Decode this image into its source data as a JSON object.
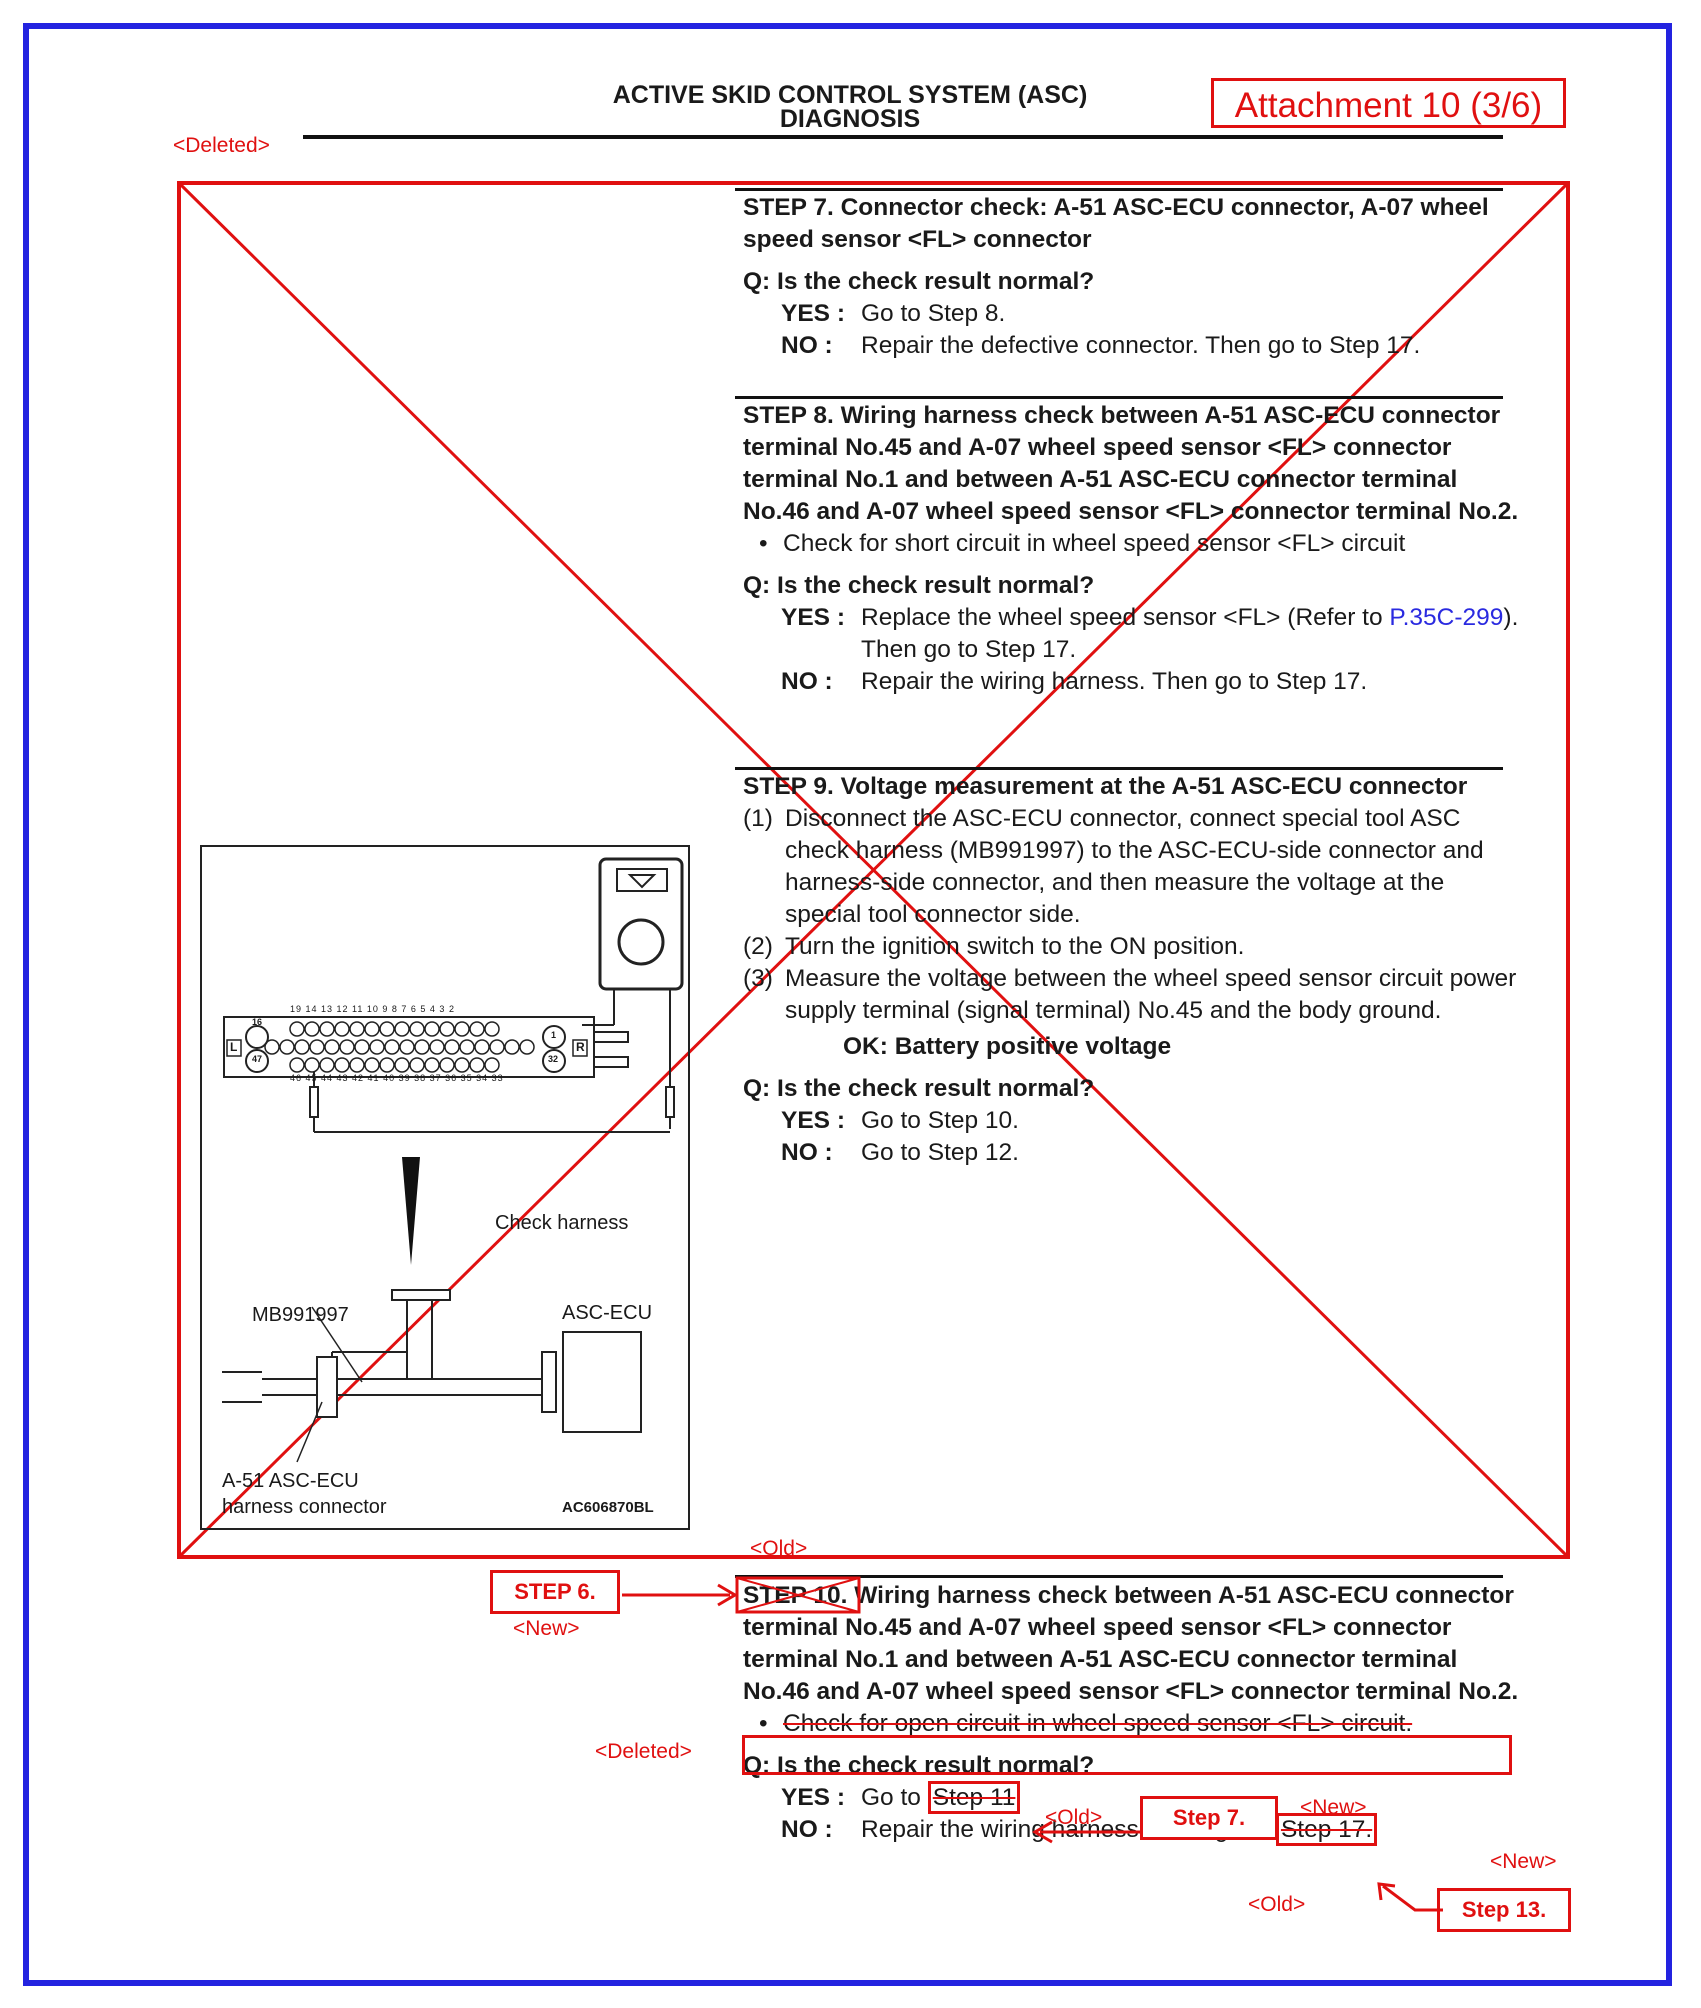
{
  "header": {
    "title_line1": "ACTIVE SKID CONTROL SYSTEM (ASC)",
    "title_line2": "DIAGNOSIS",
    "attachment": "Attachment 10 (3/6)",
    "deleted_tag": "<Deleted>"
  },
  "step7": {
    "title": "STEP 7. Connector check: A-51 ASC-ECU connector, A-07 wheel speed sensor <FL> connector",
    "question": "Q: Is the check result normal?",
    "yes_key": "YES :",
    "yes": "Go to Step 8.",
    "no_key": "NO :",
    "no": "Repair the defective connector. Then go to Step 17."
  },
  "step8": {
    "title": "STEP 8. Wiring harness check between A-51 ASC-ECU connector terminal No.45 and A-07 wheel speed sensor <FL> connector terminal No.1 and between A-51 ASC-ECU connector terminal No.46 and A-07 wheel speed sensor <FL> connector terminal No.2.",
    "bullet": "Check for short circuit in wheel speed sensor <FL> circuit",
    "question": "Q: Is the check result normal?",
    "yes_key": "YES :",
    "yes_a": "Replace the wheel speed sensor <FL> (Refer to",
    "yes_link": "P.35C-299",
    "yes_b": "). Then go to Step 17.",
    "no_key": "NO :",
    "no": "Repair the wiring harness. Then go to Step 17."
  },
  "step9": {
    "title": "STEP 9. Voltage measurement at the A-51 ASC-ECU connector",
    "items": [
      {
        "n": "(1)",
        "text": "Disconnect the ASC-ECU connector, connect special tool ASC check harness (MB991997) to the ASC-ECU-side connector and harness-side connector, and then measure the voltage at the special tool connector side."
      },
      {
        "n": "(2)",
        "text": "Turn the ignition switch to the ON position."
      },
      {
        "n": "(3)",
        "text": "Measure the voltage between the wheel speed sensor circuit power supply terminal (signal terminal) No.45 and the body ground."
      }
    ],
    "ok": "OK: Battery positive voltage",
    "question": "Q: Is the check result normal?",
    "yes_key": "YES :",
    "yes": "Go to Step 10.",
    "no_key": "NO :",
    "no": "Go to Step 12."
  },
  "diagram": {
    "check_harness": "Check harness",
    "mb": "MB991997",
    "asc_ecu": "ASC-ECU",
    "connector_line1": "A-51 ASC-ECU",
    "connector_line2": "harness connector",
    "code": "AC606870BL",
    "top_pins": "19 14 13 12 11 10 9 8 7 6 5 4 3 2",
    "bottom_pins": "46 45 44 43 42 41 40 39 38 37 36 35 34 33",
    "pin16": "16",
    "pin47": "47",
    "pin1": "1",
    "pin32": "32",
    "L": "L",
    "R": "R"
  },
  "step10": {
    "old_tag": "<Old>",
    "step_old_label": "STEP 10.",
    "title_rest": "Wiring harness check between A-51 ASC-ECU connector terminal No.45 and A-07 wheel speed sensor <FL> connector terminal No.1 and between A-51 ASC-ECU connector terminal No.46 and A-07 wheel speed sensor <FL> connector terminal No.2.",
    "new_step_label": "STEP 6.",
    "new_tag": "<New>",
    "deleted_tag": "<Deleted>",
    "bullet": "Check for open circuit in wheel speed sensor <FL> circuit.",
    "question": "Q: Is the check result normal?",
    "yes_key": "YES :",
    "yes_pre": "Go to",
    "yes_old": "Step 11",
    "yes_old_tag": "<Old>",
    "yes_new": "Step 7.",
    "yes_new_tag": "<New>",
    "no_key": "NO :",
    "no_pre": "Repair the wiring harness. Then go to",
    "no_old": "Step 17.",
    "no_old_tag": "<Old>",
    "no_new": "Step 13.",
    "no_new_tag": "<New>"
  }
}
